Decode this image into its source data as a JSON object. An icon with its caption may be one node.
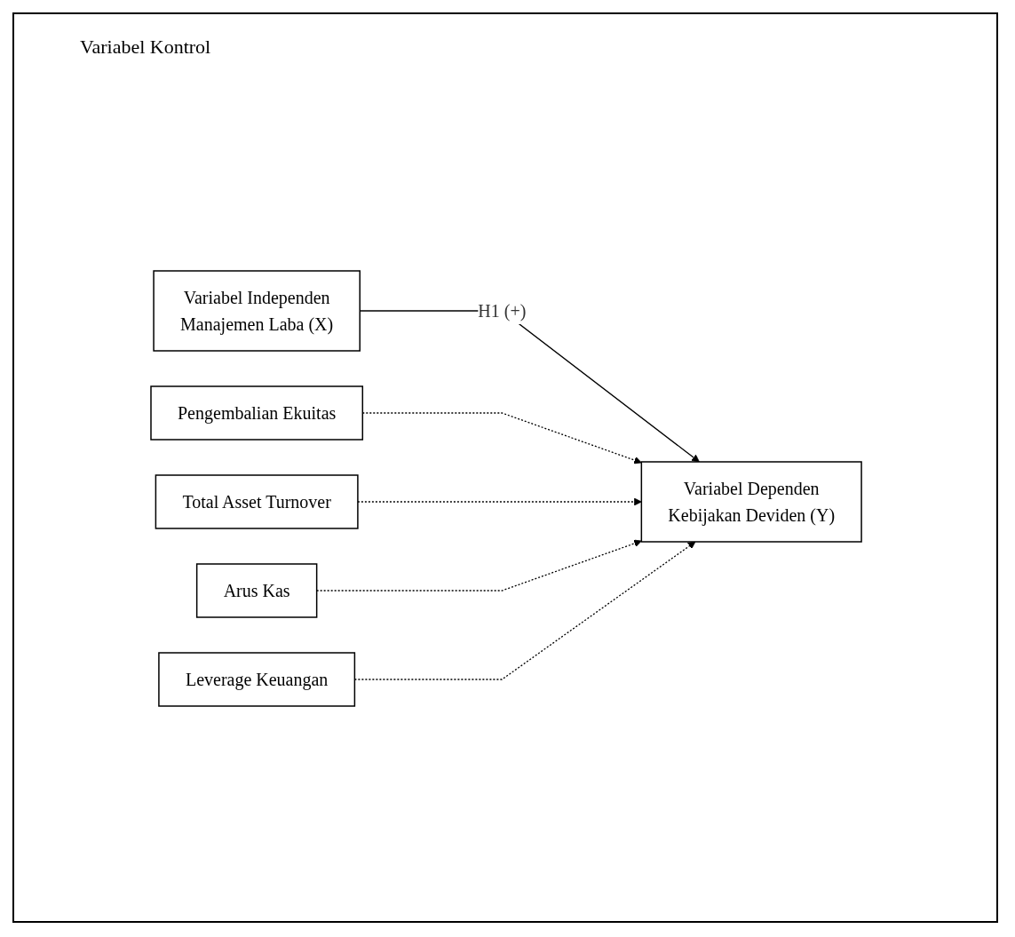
{
  "diagram": {
    "nodes": [
      {
        "text": [
          "Variabel Independen",
          "Manajemen Laba (X)"
        ]
      },
      {
        "text": [
          "Pengembalian Ekuitas"
        ]
      },
      {
        "text": [
          "Total Asset Turnover"
        ]
      },
      {
        "text": [
          "Arus Kas"
        ]
      },
      {
        "text": [
          "Leverage Keuangan"
        ]
      },
      {
        "text": [
          "Variabel Dependen",
          "Kebijakan Deviden (Y)"
        ]
      }
    ],
    "edges": [
      {
        "from": 0,
        "to": 5,
        "arrow": "to",
        "label": "H1 (+)"
      },
      {
        "from": 1,
        "to": 5,
        "arrow": "to",
        "style": "dashed"
      },
      {
        "from": 2,
        "to": 5,
        "arrow": "to",
        "style": "dashed"
      },
      {
        "from": 3,
        "to": 5,
        "arrow": "to",
        "style": "dashed"
      },
      {
        "from": 4,
        "to": 5,
        "arrow": "to",
        "style": "dashed"
      }
    ],
    "labels": [
      "Variabel Kontrol"
    ]
  }
}
